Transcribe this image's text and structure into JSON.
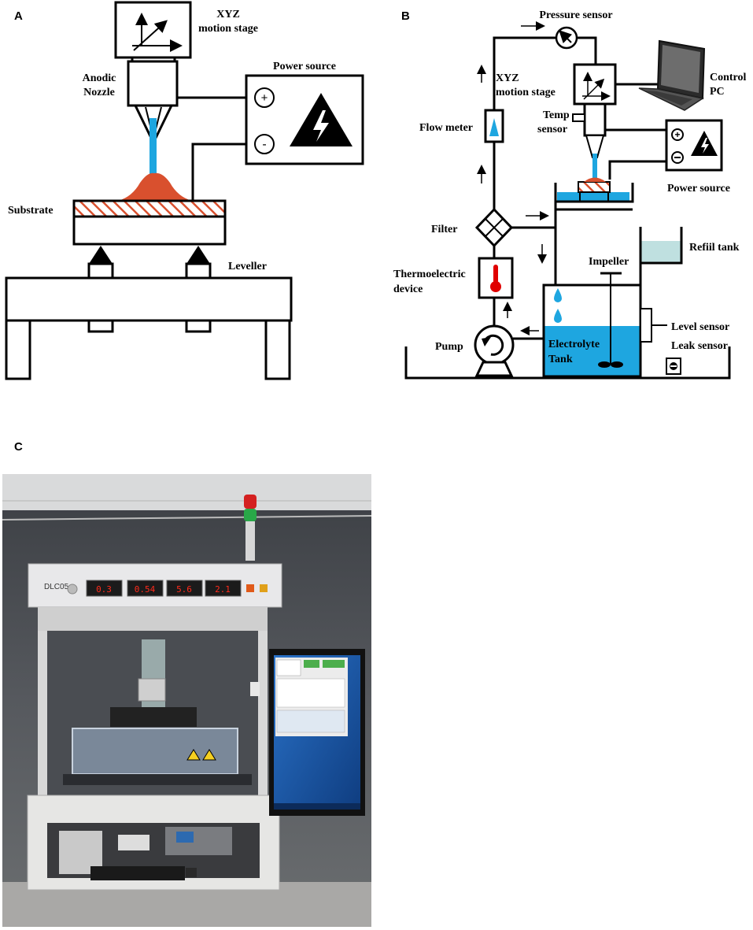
{
  "panels": {
    "a": {
      "letter": "A",
      "xyz_stage": [
        "XYZ",
        "motion stage"
      ],
      "anodic_nozzle": [
        "Anodic",
        "Nozzle"
      ],
      "power_source": "Power source",
      "plus": "+",
      "minus": "-",
      "substrate": "Substrate",
      "leveller": "Leveller"
    },
    "b": {
      "letter": "B",
      "pressure_sensor": "Pressure sensor",
      "xyz_stage": [
        "XYZ",
        "motion stage"
      ],
      "control_pc": [
        "Control",
        "PC"
      ],
      "flow_meter": "Flow meter",
      "temp_sensor": [
        "Temp",
        "sensor"
      ],
      "power_source": "Power source",
      "filter": "Filter",
      "refill_tank": "Refiil tank",
      "impeller": "Impeller",
      "thermoelectric": [
        "Thermoelectric",
        "device"
      ],
      "level_sensor": "Level sensor",
      "leak_sensor": "Leak sensor",
      "pump": "Pump",
      "electrolyte_tank": [
        "Electrolyte",
        "Tank"
      ]
    },
    "c": {
      "letter": "C",
      "device_logo": "DLC05",
      "meter_readings": [
        "0.3",
        "0.54",
        "5.6",
        "2.1"
      ]
    }
  },
  "colors": {
    "nozzle_blue": "#1ea6e0",
    "deposit": "#d9502e",
    "electrolyte": "#1ea6e0",
    "refill": "#bfe0e0",
    "thermo_red": "#e00000",
    "meter_red": "#ff2a1a"
  }
}
